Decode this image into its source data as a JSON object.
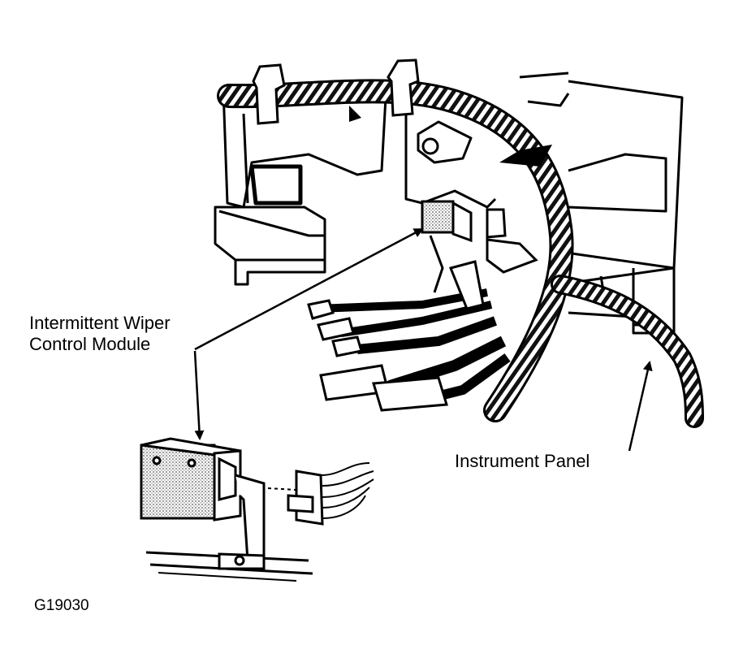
{
  "labels": {
    "module_line1": "Intermittent Wiper",
    "module_line2": "Control Module",
    "instrument_panel": "Instrument Panel"
  },
  "figure_id": "G19030",
  "colors": {
    "ink": "#000000",
    "paper": "#ffffff",
    "stipple": "#8a8a8a"
  }
}
